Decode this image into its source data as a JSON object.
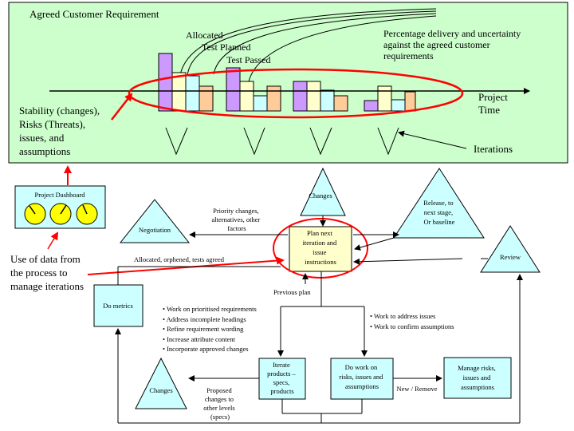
{
  "top_panel": {
    "title": "Agreed Customer Requirement",
    "legend_allocated": "Allocated",
    "legend_test_planned": "Test Planned",
    "legend_test_passed": "Test Passed",
    "percentage_note": [
      "Percentage delivery and uncertainty",
      "against the agreed customer",
      "requirements"
    ],
    "project_time": [
      "Project",
      "Time"
    ],
    "stability_note": [
      "Stability (changes),",
      "Risks (Threats),",
      "issues, and",
      "assumptions"
    ],
    "iterations_label": "Iterations"
  },
  "dashboard": {
    "title": "Project Dashboard",
    "gauge_count": 3
  },
  "use_of_data": [
    "Use of data from",
    "the process to",
    "manage iterations"
  ],
  "nodes": {
    "changes_top": "Changes",
    "negotiation": "Negotiation",
    "release": [
      "Release, to",
      "next stage,",
      "Or baseline"
    ],
    "review": "Review",
    "plan": [
      "Plan next",
      "iteration and",
      "issue",
      "instructions"
    ],
    "do_metrics": "Do metrics",
    "iterate": [
      "Iterate",
      "products –",
      "specs,",
      "products"
    ],
    "do_work": [
      "Do work on",
      "risks, issues and",
      "assumptions"
    ],
    "manage": [
      "Manage risks,",
      "issues and",
      "assumptions"
    ],
    "changes_bottom": "Changes"
  },
  "edge_labels": {
    "priority": [
      "Priority changes,",
      "alternatives, other",
      "factors"
    ],
    "allocated": "Allocated, orphened, tests agreed",
    "previous_plan": "Previous plan",
    "proposed": [
      "Proposed",
      "changes to",
      "other levels",
      "(specs)"
    ],
    "new_remove": "New / Remove"
  },
  "work_bullets": [
    "• Work on prioritised requirements",
    "• Address incomplete headings",
    "• Refine requirement wording",
    "• Increase attribute content",
    "• Incorporate approved changes"
  ],
  "issue_bullets": [
    "• Work to address issues",
    "• Work to confirm assumptions"
  ],
  "colors": {
    "panel": "#ccffcc",
    "node": "#ccffff",
    "plan": "#ffffcc",
    "bar_allocated": "#cc99ff",
    "bar_planned": "#ffffcc",
    "bar_passed": "#ccffff",
    "bar_extra": "#ffcc99",
    "highlight": "#ff0000",
    "gauge": "#ffff00"
  }
}
